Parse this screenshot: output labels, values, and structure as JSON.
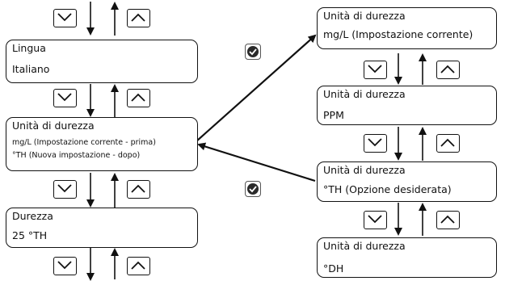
{
  "left_column": {
    "lingua": {
      "title": "Lingua",
      "value": "Italiano"
    },
    "hardness_unit": {
      "title": "Unità di durezza",
      "current": "mg/L (Impostazione corrente - prima)",
      "new": "°TH (Nuova impostazione - dopo)"
    },
    "durezza": {
      "title": "Durezza",
      "value": "25 °TH"
    }
  },
  "right_column": {
    "option_mgl": {
      "title": "Unità di durezza",
      "value": "mg/L (Impostazione corrente)"
    },
    "option_ppm": {
      "title": "Unità di durezza",
      "value": "PPM"
    },
    "option_th": {
      "title": "Unità di durezza",
      "value": "°TH (Opzione desiderata)"
    },
    "option_dh": {
      "title": "Unità di durezza",
      "value": "°DH"
    }
  },
  "icons": {
    "down_button": "chevron-down-icon",
    "up_button": "chevron-up-icon",
    "confirm": "check-circle-icon"
  },
  "colors": {
    "line": "#111111",
    "check_fill": "#2a2a2a"
  }
}
